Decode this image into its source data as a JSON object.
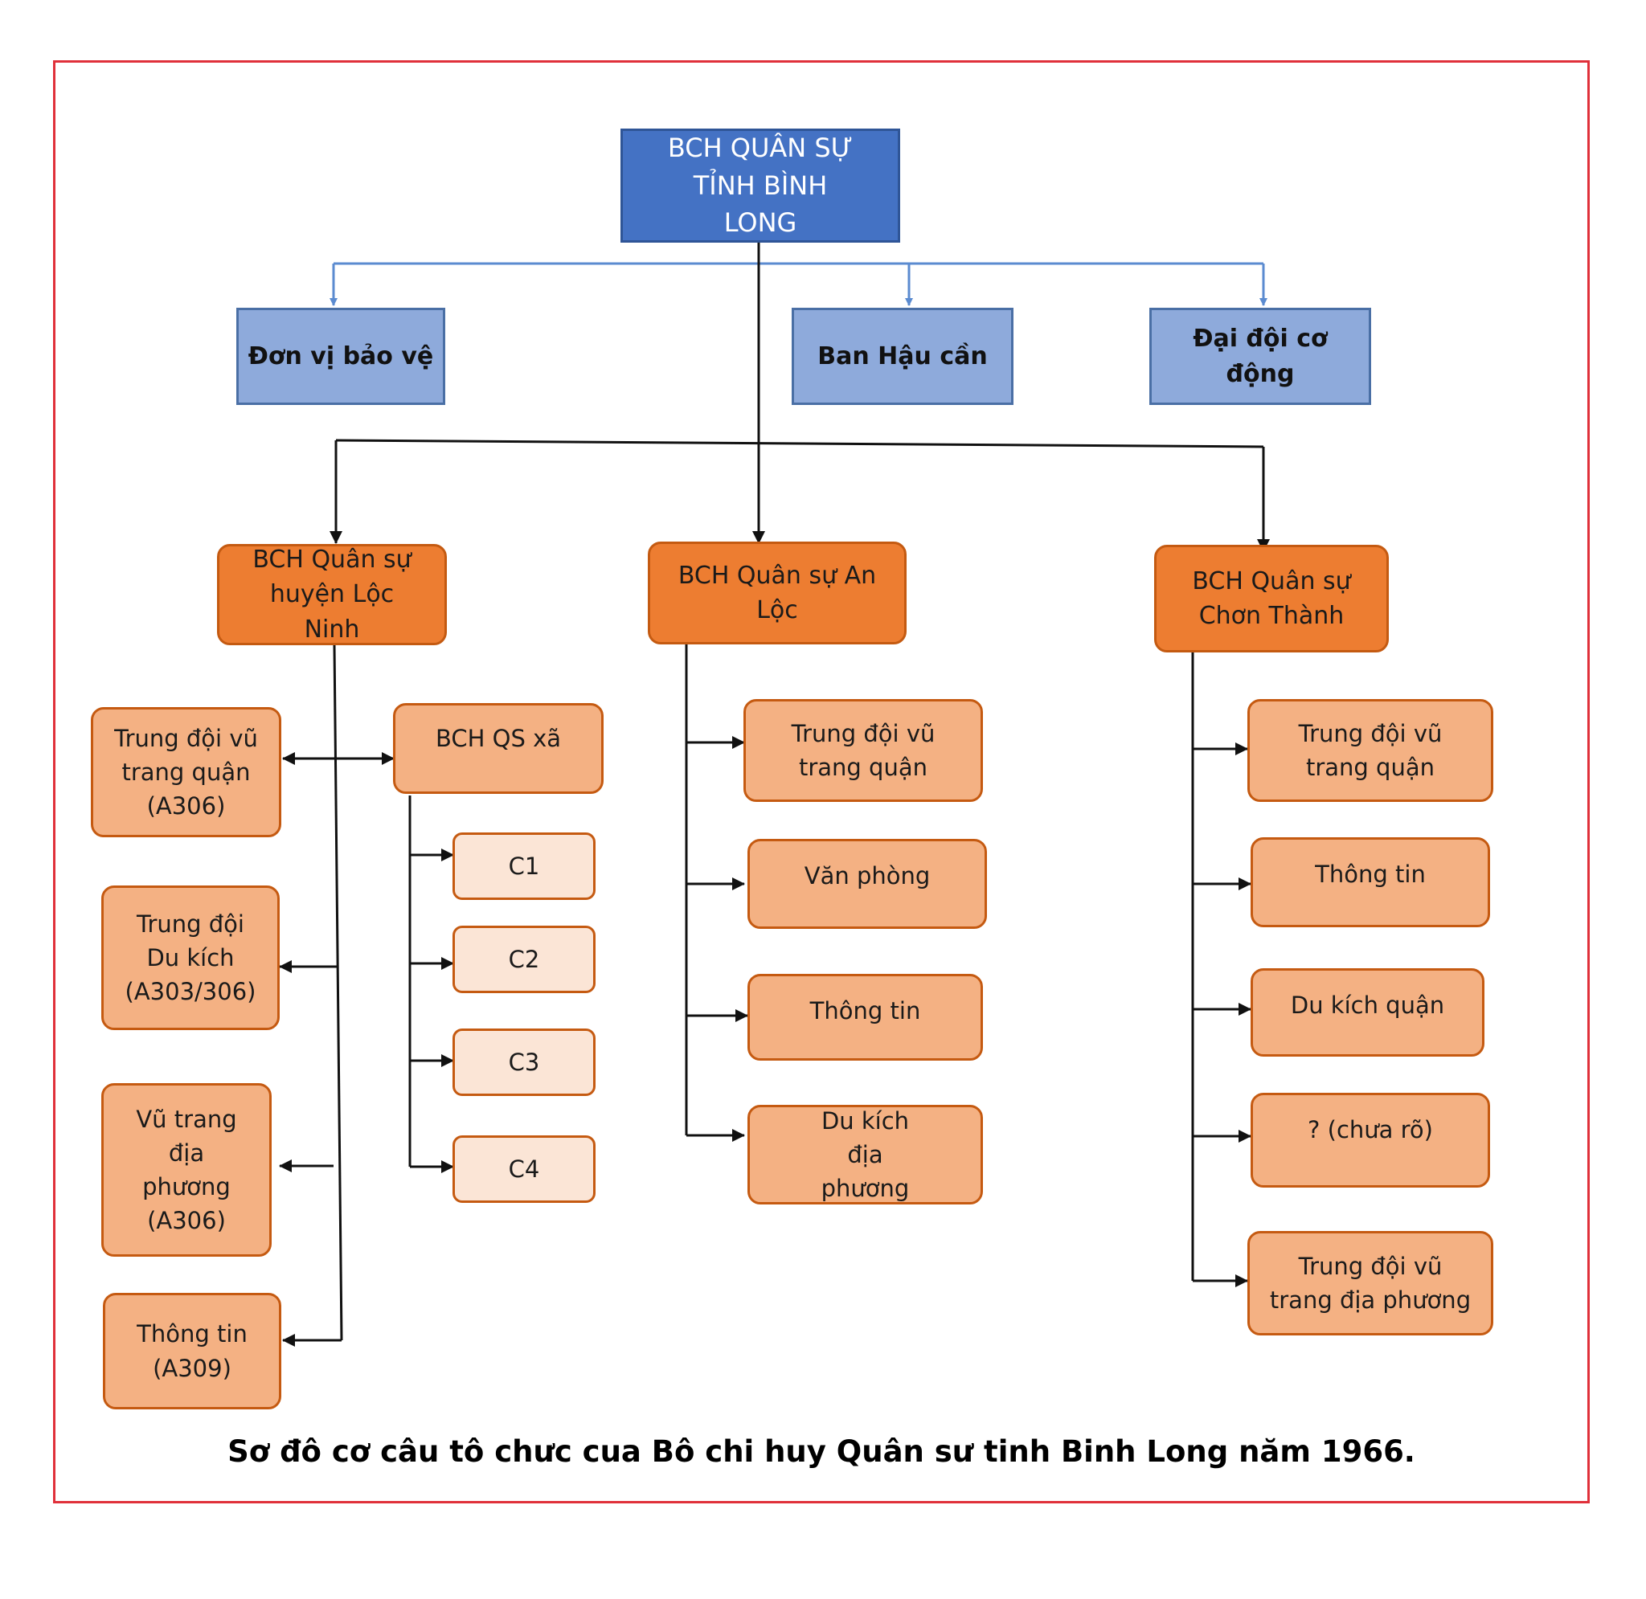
{
  "title": "BCH QUÂN SỰ TỈNH BÌNH LONG",
  "level2": {
    "left": "Đơn vị bảo vệ",
    "center": "Ban Hậu cần",
    "right": "Đại đội cơ động"
  },
  "loc_ninh": {
    "title": "BCH Quân sự huyện Lộc Ninh",
    "units": [
      "Trung đội vũ trang quận (A306)",
      "Trung đội Du kích (A303/306)",
      "Vũ trang địa phương (A306)",
      "Thông tin (A309)"
    ],
    "commune": "BCH QS xã",
    "commune_units": [
      "C1",
      "C2",
      "C3",
      "C4"
    ]
  },
  "an_loc": {
    "title": "BCH Quân sự An Lộc",
    "units": [
      "Trung đội vũ trang quận",
      "Văn phòng",
      "Thông tin",
      "Du kích địa phương"
    ]
  },
  "chon_thanh": {
    "title": "BCH Quân sự Chơn Thành",
    "units": [
      "Trung đội vũ trang quận",
      "Thông tin",
      "Du kích quận",
      "? (chưa rõ)",
      "Trung đội vũ trang địa phương"
    ]
  },
  "caption": "Sơ đô cơ câu tô chưc cua Bô chi huy Quân sư tinh Binh Long năm 1966.",
  "colors": {
    "top": "#4472c4",
    "level2": "#8eaadb",
    "district": "#ed7d31",
    "unit": "#f4b183",
    "commune_unit": "#fbe5d6",
    "frame": "#e0303a"
  }
}
